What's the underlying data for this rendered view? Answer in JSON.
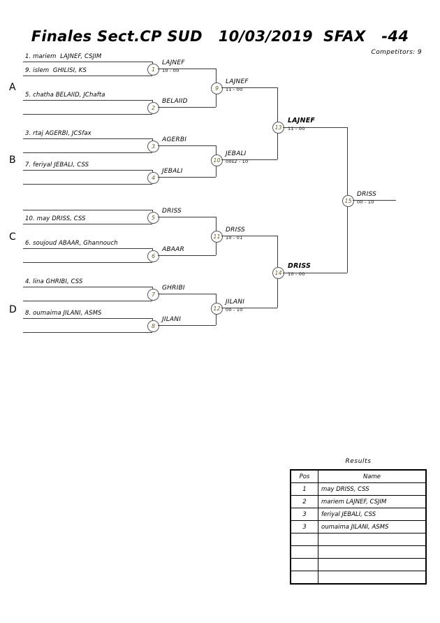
{
  "header": {
    "title": "Finales Sect.CP SUD   10/03/2019  SFAX   -44",
    "competitors_label": "Competitors: 9"
  },
  "groups": [
    {
      "letter": "A"
    },
    {
      "letter": "B"
    },
    {
      "letter": "C"
    },
    {
      "letter": "D"
    }
  ],
  "entries": [
    {
      "label": "1. mariem  LAJNEF, CSJIM"
    },
    {
      "label": "9. islem  GHILISI, KS"
    },
    {
      "label": "5. chatha BELAIID, JChafta"
    },
    {
      "label": ""
    },
    {
      "label": "3. rtaj AGERBI, JCSfax"
    },
    {
      "label": ""
    },
    {
      "label": "7. feriyal JEBALI, CSS"
    },
    {
      "label": ""
    },
    {
      "label": ""
    },
    {
      "label": "10. may DRISS, CSS"
    },
    {
      "label": "6. soujoud ABAAR, Ghannouch"
    },
    {
      "label": ""
    },
    {
      "label": "4. lina GHRIBI, CSS"
    },
    {
      "label": ""
    },
    {
      "label": "8. oumaima JILANI, ASMS"
    },
    {
      "label": ""
    }
  ],
  "matches": [
    {
      "number": "1",
      "winner": "LAJNEF",
      "score": "10 - 00"
    },
    {
      "number": "2",
      "winner": "BELAIID",
      "score": ""
    },
    {
      "number": "3",
      "winner": "AGERBI",
      "score": ""
    },
    {
      "number": "4",
      "winner": "JEBALI",
      "score": ""
    },
    {
      "number": "5",
      "winner": "DRISS",
      "score": ""
    },
    {
      "number": "6",
      "winner": "ABAAR",
      "score": ""
    },
    {
      "number": "7",
      "winner": "GHRIBI",
      "score": ""
    },
    {
      "number": "8",
      "winner": "JILANI",
      "score": ""
    },
    {
      "number": "9",
      "winner": "LAJNEF",
      "score": "11 - 00"
    },
    {
      "number": "10",
      "winner": "JEBALI",
      "score": "00s2 - 10"
    },
    {
      "number": "11",
      "winner": "DRISS",
      "score": "10 - 01"
    },
    {
      "number": "12",
      "winner": "JILANI",
      "score": "00 - 10"
    },
    {
      "number": "13",
      "winner": "LAJNEF",
      "score": "11 - 00"
    },
    {
      "number": "14",
      "winner": "DRISS",
      "score": "10 - 00"
    },
    {
      "number": "15",
      "winner": "DRISS",
      "score": "00 - 10"
    }
  ],
  "results": {
    "title": "Results",
    "columns": [
      "Pos",
      "Name"
    ],
    "rows": [
      {
        "pos": "1",
        "name": "may DRISS, CSS"
      },
      {
        "pos": "2",
        "name": "mariem  LAJNEF, CSJIM"
      },
      {
        "pos": "3",
        "name": "feriyal JEBALI, CSS"
      },
      {
        "pos": "3",
        "name": "oumaima JILANI, ASMS"
      },
      {
        "pos": "",
        "name": ""
      },
      {
        "pos": "",
        "name": ""
      },
      {
        "pos": "",
        "name": ""
      },
      {
        "pos": "",
        "name": ""
      }
    ]
  }
}
